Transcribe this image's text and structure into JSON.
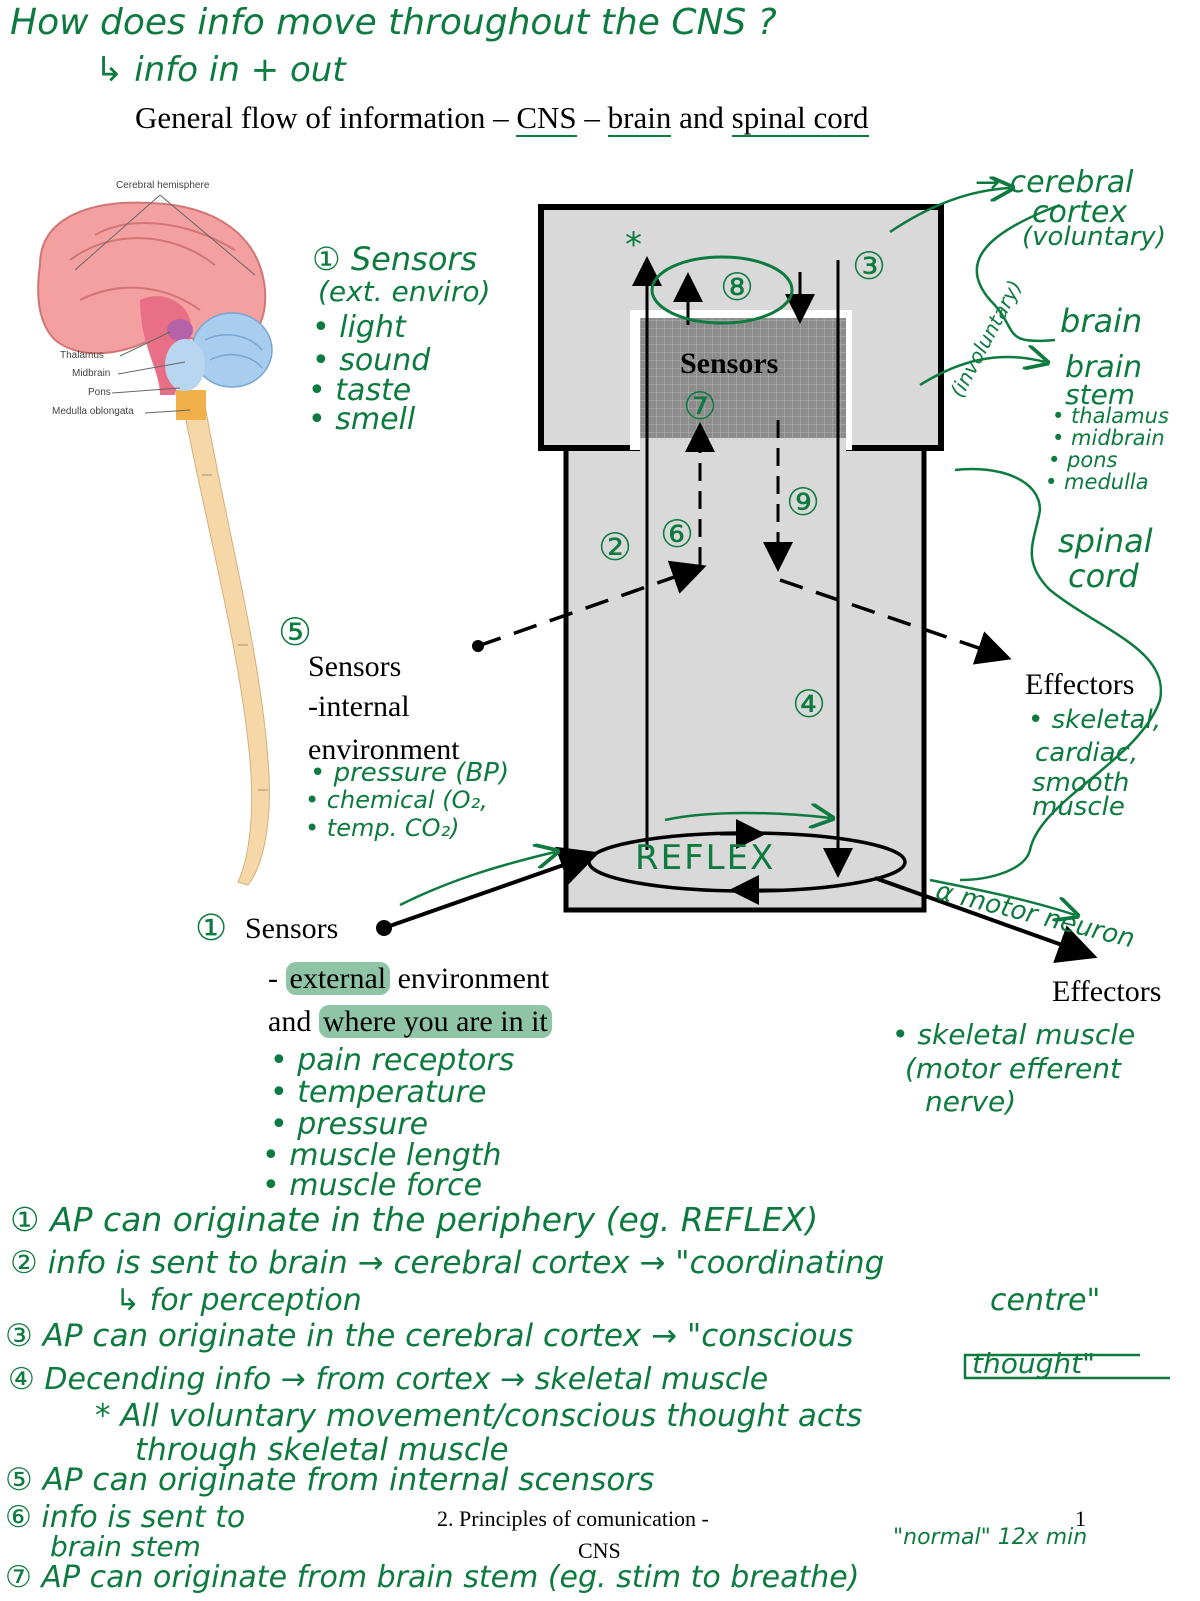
{
  "handwritten_title": "How does info move throughout the CNS ?",
  "handwritten_subtitle": "↳ info in + out",
  "printed_title": {
    "prefix": "General flow of information – ",
    "cns": "CNS",
    "dash": " – ",
    "brain": "brain",
    "and": " and ",
    "spinal_cord": "spinal cord"
  },
  "brain_figure": {
    "cerebral_hemisphere": "Cerebral hemisphere",
    "thalamus": "Thalamus",
    "midbrain": "Midbrain",
    "pons": "Pons",
    "medulla": "Medulla oblongata"
  },
  "diagram": {
    "center_sensors": "Sensors",
    "reflex": "REFLEX",
    "effectors_upper": "Effectors",
    "effectors_lower": "Effectors",
    "sensors_internal": [
      "Sensors",
      "-internal",
      "environment"
    ],
    "sensors_external_label": "Sensors",
    "ext_line1_a": "- ",
    "ext_line1_hl": "external",
    "ext_line1_b": " environment",
    "ext_line2_a": "and ",
    "ext_line2_hl": "where you are in it",
    "num_1": "①",
    "num_2": "②",
    "num_3": "③",
    "num_4": "④",
    "num_5": "⑤",
    "num_6": "⑥",
    "num_7": "⑦",
    "num_8": "⑧",
    "num_9": "⑨",
    "star": "*"
  },
  "notes_top_left": [
    "① Sensors",
    "(ext. enviro)",
    "• light",
    "• sound",
    "• taste",
    "• smell"
  ],
  "notes_right": {
    "cortex": [
      "→ cerebral",
      "cortex",
      "(voluntary)"
    ],
    "brain": "brain",
    "brainstem": [
      "brain",
      "stem",
      "• thalamus",
      "• midbrain",
      "• pons",
      "• medulla"
    ],
    "involuntary": "(involuntary)",
    "spinal": [
      "spinal",
      "cord"
    ]
  },
  "notes_internal": [
    "• pressure (BP)",
    "• chemical (O₂,",
    "• temp.      CO₂)"
  ],
  "notes_effectors_upper": [
    "• skeletal,",
    "cardiac,",
    "smooth",
    "muscle"
  ],
  "notes_motor": "α motor neuron",
  "notes_effectors_lower": [
    "• skeletal muscle",
    "(motor efferent",
    "nerve)"
  ],
  "notes_external": [
    "• pain receptors",
    "• temperature",
    "• pressure",
    "• muscle length",
    "• muscle force"
  ],
  "bottom_notes": [
    "① AP can originate in the periphery (eg. REFLEX)",
    "② info is sent to brain → cerebral cortex → \"coordinating",
    "↳ for perception",
    "centre\"",
    "③ AP can originate in the cerebral cortex → \"conscious",
    "④ Decending info → from cortex → skeletal muscle",
    "thought\"",
    "* All voluntary movement/conscious thought acts",
    "through skeletal muscle",
    "⑤ AP can originate from internal scensors",
    "⑥ info is sent to",
    "brain stem",
    "\"normal\"  12x min",
    "⑦ AP can originate from brain stem (eg. stim to breathe)"
  ],
  "footer": {
    "line1": "2. Principles of comunication -",
    "line2": "CNS",
    "page_number": "1"
  },
  "colors": {
    "ink_green": "#0d7a3f",
    "box_gray": "#d9d9d9",
    "highlight": "#8fc4a6",
    "brain_pink": "#f08a8a",
    "cerebellum_blue": "#a9cdee",
    "cord_tan": "#f6d7a8"
  }
}
